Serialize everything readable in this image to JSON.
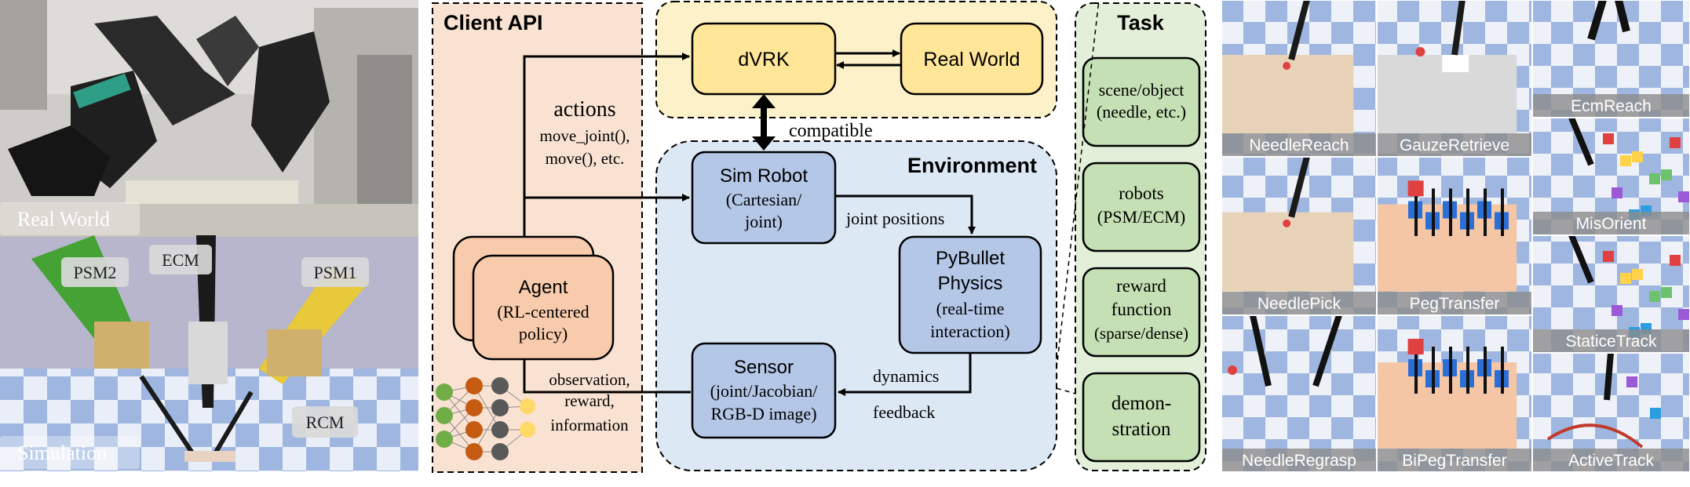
{
  "left_panel": {
    "top_label": "Real World",
    "bottom_label": "Simulation",
    "callouts": {
      "psm2": "PSM2",
      "ecm": "ECM",
      "psm1": "PSM1",
      "rcm": "RCM"
    }
  },
  "client_api": {
    "title": "Client API",
    "agent": {
      "title": "Agent",
      "line1": "(RL-centered",
      "line2": "policy)"
    },
    "actions": {
      "title": "actions",
      "line1": "move_joint(),",
      "line2": "move(), etc."
    },
    "observation": {
      "line1": "observation,",
      "line2": "reward,",
      "line3": "information"
    }
  },
  "environment": {
    "title": "Environment",
    "dvrk": "dVRK",
    "real_world": "Real World",
    "compatible": "compatible",
    "sim_robot": {
      "title": "Sim Robot",
      "line1": "(Cartesian/",
      "line2": "joint)"
    },
    "joint_positions": "joint positions",
    "pybullet": {
      "line1": "PyBullet",
      "line2": "Physics",
      "line3": "(real-time",
      "line4": "interaction)"
    },
    "sensor": {
      "title": "Sensor",
      "line1": "(joint/Jacobian/",
      "line2": "RGB-D image)"
    },
    "dynamics": "dynamics",
    "feedback": "feedback"
  },
  "task": {
    "title": "Task",
    "items": [
      {
        "line1": "scene/object",
        "line2": "(needle, etc.)"
      },
      {
        "line1": "robots",
        "line2": "(PSM/ECM)"
      },
      {
        "line1": "reward",
        "line2": "function",
        "line3": "(sparse/dense)"
      },
      {
        "line1": "demon-",
        "line2": "stration"
      }
    ]
  },
  "task_gallery": {
    "tiles": [
      "NeedleReach",
      "GauzeRetrieve",
      "EcmReach",
      "NeedlePick",
      "PegTransfer",
      "MisOrient",
      "StaticeTrack",
      "NeedleRegrasp",
      "BiPegTransfer",
      "ActiveTrack"
    ]
  },
  "colors": {
    "client_api_bg": "#f9e2d2",
    "agent_fill": "#f8cbad",
    "env_bg": "#dce8f4",
    "node_blue": "#b4c7e7",
    "dvrk_bg": "#fdf1c9",
    "node_yellow": "#ffe699",
    "task_bg": "#e2efd9",
    "node_green": "#c5e0b4"
  }
}
